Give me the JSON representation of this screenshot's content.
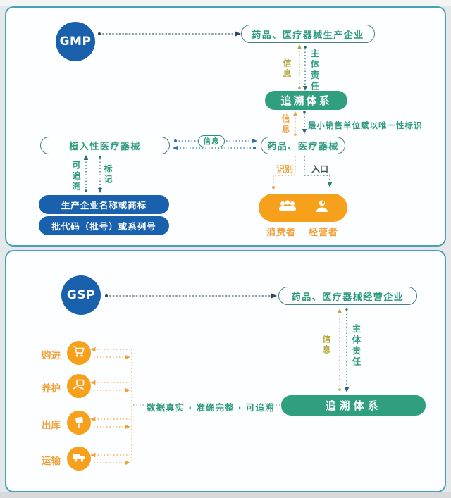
{
  "colors": {
    "blue": "#1961ac",
    "green": "#2f9f80",
    "orange": "#f6a01b",
    "teal_text": "#2f9a80",
    "olive_text": "#b2a93e",
    "panel_border": "#4aa0b5",
    "dark_line": "#4a5f6d",
    "link_blue": "#2b6ea8"
  },
  "panel_gmp": {
    "badge": "GMP",
    "producer_pill": "药品、医疗器械生产企业",
    "info_top": "信息",
    "responsibility": "主体责任",
    "trace_system": "追溯体系",
    "info_mid": "信息",
    "unique_note": "最小销售单位赋以唯一性标识",
    "product_pill": "药品、医疗器械",
    "implant_pill": "植入性医疗器械",
    "info_oval": "信息",
    "traceable": "可追溯",
    "mark": "标记",
    "name_pill": "生产企业名称或商标",
    "batch_pill": "批代码（批号）或系列号",
    "identify": "识别",
    "entry": "入口",
    "consumer": "消费者",
    "operator": "经营者",
    "icons": {
      "consumer": "people-group-icon",
      "operator": "person-icon"
    }
  },
  "panel_gsp": {
    "badge": "GSP",
    "operator_pill": "药品、医疗器械经营企业",
    "info": "信息",
    "responsibility": "主体责任",
    "trace_system": "追溯体系",
    "data_note": "数据真实 · 准确完整 · 可追溯",
    "steps": [
      "购进",
      "养护",
      "出库",
      "运输"
    ],
    "step_icons": [
      "cart-icon",
      "care-hand-icon",
      "box-out-icon",
      "truck-icon"
    ]
  }
}
